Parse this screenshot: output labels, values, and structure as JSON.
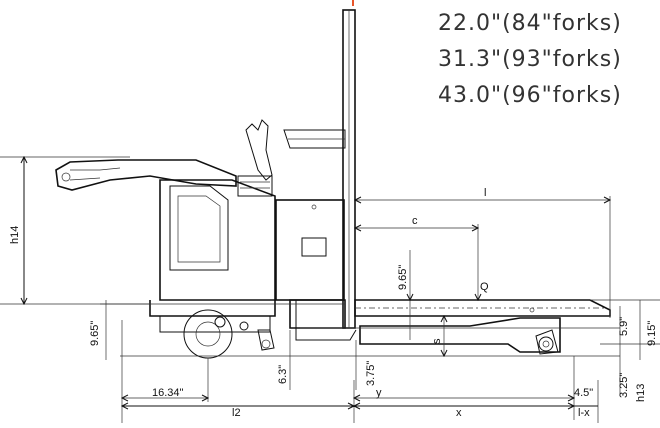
{
  "fork_notes": [
    "22.0\"(84\"forks)",
    "31.3\"(93\"forks)",
    "43.0\"(96\"forks)"
  ],
  "labels": {
    "h14": "h14",
    "l": "l",
    "c": "c",
    "Q": "Q",
    "d965_mid": "9.65\"",
    "d965_left": "9.65\"",
    "d59": "5.9\"",
    "d915": "9.15\"",
    "h13": "h13",
    "s": "s",
    "d63": "6.3\"",
    "d375": "3.75\"",
    "y": "y",
    "d45": "4.5\"",
    "d325": "3.25\"",
    "d1634": "16.34\"",
    "l2": "l2",
    "x": "x",
    "lx": "l-x"
  },
  "colors": {
    "line": "#111111",
    "accent": "#e8552a"
  }
}
